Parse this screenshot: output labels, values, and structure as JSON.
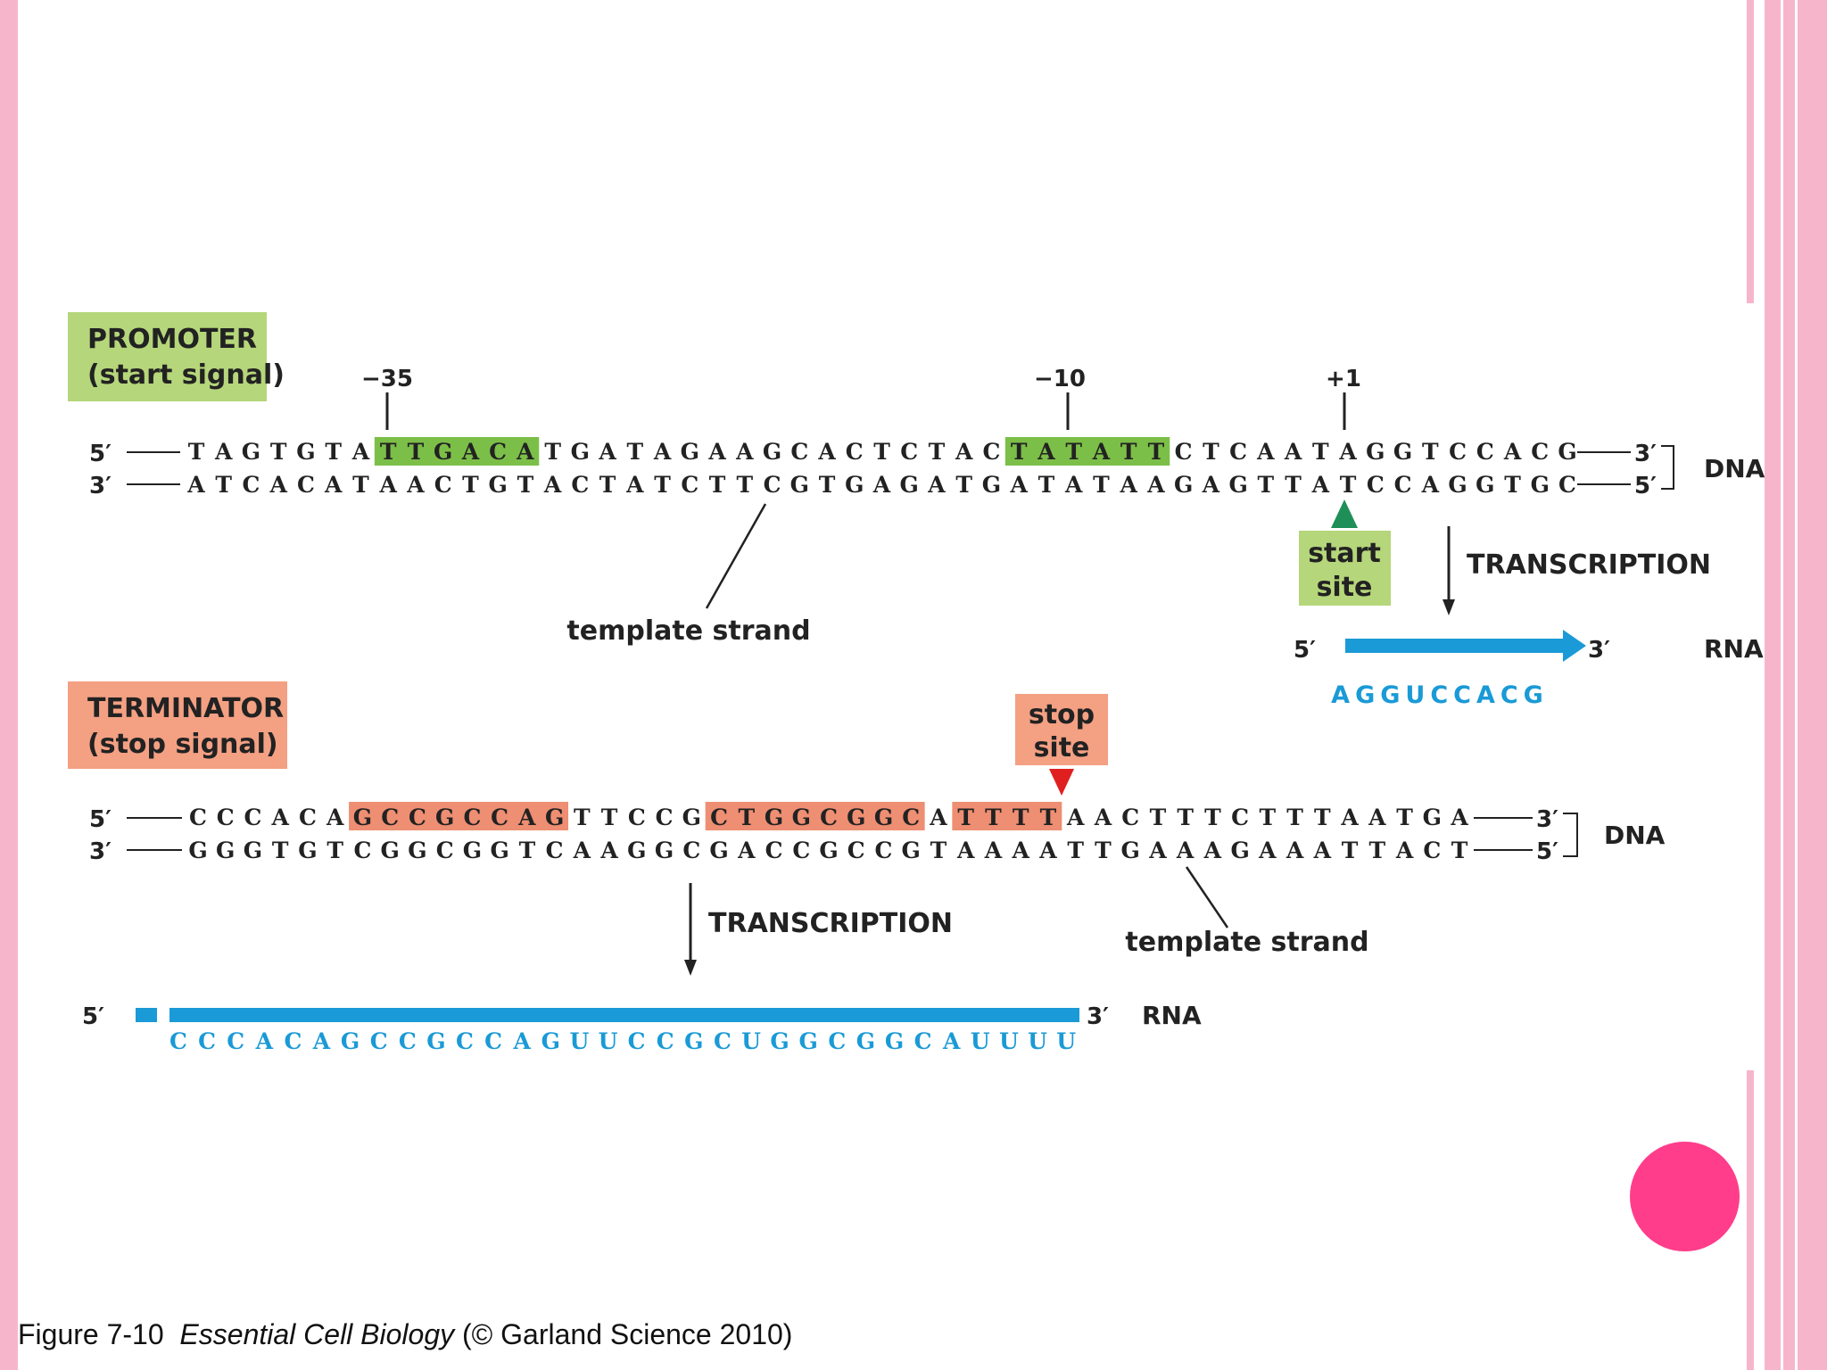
{
  "colors": {
    "slide_pink": "#f7b5cc",
    "pink_dot": "#ff3d8b",
    "promoter_green": "#b5d67a",
    "promoter_highlight": "#7cbf48",
    "terminator_salmon": "#f4a083",
    "terminator_highlight": "#ee8e72",
    "rna_blue": "#1a9ad6",
    "start_triangle": "#1e8f58",
    "stop_triangle": "#e02020"
  },
  "promoter": {
    "label_line1": "PROMOTER",
    "label_line2": "(start signal)",
    "pos_minus35": "−35",
    "pos_minus10": "−10",
    "pos_plus1": "+1",
    "top_strand": {
      "prime_left": "5′",
      "prime_right": "3′",
      "sequence": "TAGTGTATTGACATGATAGAAGCACTCTACTATATTCTCAATAGGTCCACG"
    },
    "bottom_strand": {
      "prime_left": "3′",
      "prime_right": "5′",
      "sequence": "ATCACATAACTGTACTATCTTCGTGAGATGATATAAGAGTTATCCAGGTGC"
    },
    "highlight_ranges": [
      [
        7,
        12
      ],
      [
        30,
        35
      ]
    ],
    "dna_label": "DNA",
    "template_strand_label": "template strand",
    "start_site_line1": "start",
    "start_site_line2": "site",
    "transcription_label": "TRANSCRIPTION",
    "rna": {
      "prime_left": "5′",
      "prime_right": "3′",
      "label": "RNA",
      "sequence": "AGGUCCACG"
    }
  },
  "terminator": {
    "label_line1": "TERMINATOR",
    "label_line2": "(stop signal)",
    "stop_site_line1": "stop",
    "stop_site_line2": "site",
    "top_strand": {
      "prime_left": "5′",
      "prime_right": "3′",
      "sequence": "CCCACAGCCGCCAGTTCCGCTGGCGGCATTTTAACTTTCTTTAATGA"
    },
    "bottom_strand": {
      "prime_left": "3′",
      "prime_right": "5′",
      "sequence": "GGGTGTCGGCGGTCAAGGCGACCGCCGTAAAATTGAAAGAAATTACT"
    },
    "highlight_ranges": [
      [
        6,
        13
      ],
      [
        19,
        26
      ],
      [
        28,
        31
      ]
    ],
    "dna_label": "DNA",
    "transcription_label": "TRANSCRIPTION",
    "template_strand_label": "template strand",
    "rna": {
      "prime_left": "5′",
      "prime_right": "3′",
      "label": "RNA",
      "sequence": "CCCACAGCCGCCAGUUCCGCUGGCGGCAUUUU"
    }
  },
  "caption": {
    "prefix": "Figure 7-10",
    "title": "Essential Cell Biology",
    "suffix": "(© Garland Science 2010)"
  }
}
